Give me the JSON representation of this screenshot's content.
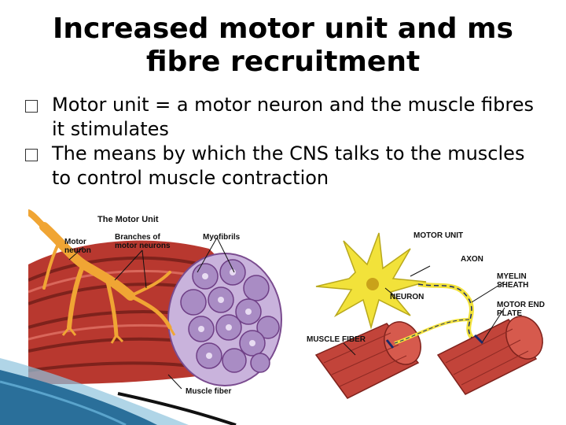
{
  "slide": {
    "title": "Increased motor unit and ms fibre recruitment",
    "bullets": [
      "Motor unit = a motor neuron and the muscle fibres it stimulates",
      "The means by which the CNS talks to the muscles to control muscle contraction"
    ]
  },
  "figure_left": {
    "title": "The Motor Unit",
    "labels": {
      "motor_neuron": "Motor neuron",
      "branches": "Branches of motor neurons",
      "myofibrils": "Myofibrils",
      "muscle_fiber": "Muscle fiber"
    }
  },
  "figure_right": {
    "title": "MOTOR UNIT",
    "labels": {
      "axon": "AXON",
      "myelin_sheath": "MYELIN SHEATH",
      "neuron": "NEURON",
      "motor_end_plate": "MOTOR END PLATE",
      "muscle_fiber": "MUSCLE FIBER"
    }
  },
  "colors": {
    "muscle": "#c2443a",
    "muscle_dark": "#8f2a24",
    "fibril": "#b895cf",
    "nerve": "#f0a534",
    "neuron_yellow": "#f2e23a",
    "ribbon": "#2a6f9a"
  }
}
